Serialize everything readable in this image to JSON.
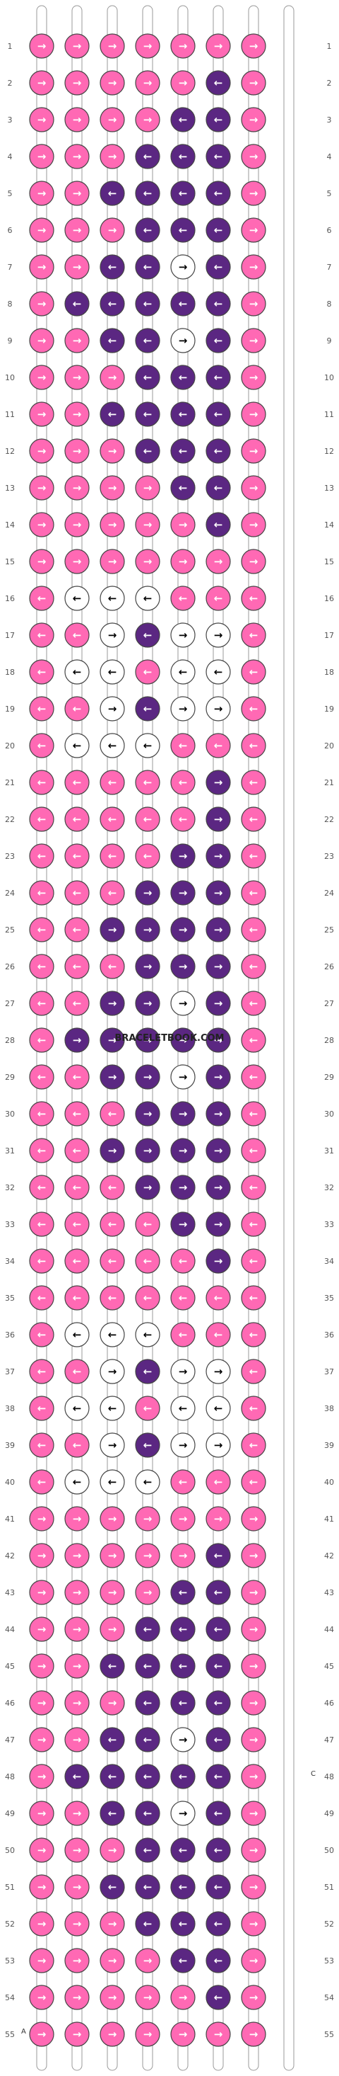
{
  "watermark": "BRACELETBOOK.COM",
  "colors": {
    "A": "#5b2782",
    "B": "#ff69b4",
    "C": "#ffffff"
  },
  "strings": [
    "B",
    "B",
    "B",
    "B",
    "B",
    "B",
    "B"
  ],
  "left_letter": "A",
  "right_letter": "C",
  "row_labels": [
    "1",
    "2",
    "3",
    "4",
    "5",
    "6",
    "7",
    "8",
    "9",
    "10",
    "11",
    "12",
    "13",
    "14",
    "15",
    "16",
    "17",
    "18",
    "19",
    "20",
    "21",
    "22",
    "23",
    "24",
    "25",
    "26",
    "27",
    "28",
    "29",
    "30",
    "31",
    "32",
    "33",
    "34",
    "35",
    "36",
    "37",
    "38",
    "39",
    "40",
    "41",
    "42",
    "43",
    "44",
    "45",
    "46",
    "47",
    "48",
    "49",
    "50",
    "51",
    "52",
    "53",
    "54",
    "55"
  ],
  "knots": [
    {
      "c": "B",
      "d": "R"
    },
    {
      "c": "B",
      "d": "R"
    },
    {
      "c": "B",
      "d": "R"
    },
    {
      "c": "B",
      "d": "R"
    },
    {
      "c": "B",
      "d": "R"
    },
    {
      "c": "B",
      "d": "R"
    },
    {
      "c": "B",
      "d": "R"
    },
    {
      "c": "B",
      "d": "R"
    },
    {
      "c": "B",
      "d": "R"
    },
    {
      "c": "B",
      "d": "R"
    },
    {
      "c": "B",
      "d": "R"
    },
    {
      "c": "B",
      "d": "R"
    },
    {
      "c": "A",
      "d": "L"
    },
    {
      "c": "B",
      "d": "R"
    },
    {
      "c": "B",
      "d": "R"
    },
    {
      "c": "B",
      "d": "R"
    },
    {
      "c": "B",
      "d": "R"
    },
    {
      "c": "B",
      "d": "R"
    },
    {
      "c": "A",
      "d": "L"
    },
    {
      "c": "A",
      "d": "L"
    },
    {
      "c": "B",
      "d": "R"
    },
    {
      "c": "B",
      "d": "R"
    },
    {
      "c": "B",
      "d": "R"
    },
    {
      "c": "B",
      "d": "R"
    },
    {
      "c": "A",
      "d": "L"
    },
    {
      "c": "A",
      "d": "L"
    },
    {
      "c": "A",
      "d": "L"
    },
    {
      "c": "B",
      "d": "R"
    },
    {
      "c": "B",
      "d": "R"
    },
    {
      "c": "B",
      "d": "R"
    },
    {
      "c": "A",
      "d": "L"
    },
    {
      "c": "A",
      "d": "L"
    },
    {
      "c": "A",
      "d": "L"
    },
    {
      "c": "A",
      "d": "L"
    },
    {
      "c": "B",
      "d": "R"
    },
    {
      "c": "B",
      "d": "R"
    },
    {
      "c": "B",
      "d": "R"
    },
    {
      "c": "B",
      "d": "R"
    },
    {
      "c": "A",
      "d": "L"
    },
    {
      "c": "A",
      "d": "L"
    },
    {
      "c": "A",
      "d": "L"
    },
    {
      "c": "B",
      "d": "R"
    },
    {
      "c": "B",
      "d": "R"
    },
    {
      "c": "B",
      "d": "R"
    },
    {
      "c": "A",
      "d": "L"
    },
    {
      "c": "A",
      "d": "L"
    },
    {
      "c": "C",
      "d": "R"
    },
    {
      "c": "A",
      "d": "L"
    },
    {
      "c": "B",
      "d": "R"
    },
    {
      "c": "B",
      "d": "R"
    },
    {
      "c": "A",
      "d": "L"
    },
    {
      "c": "A",
      "d": "L"
    },
    {
      "c": "A",
      "d": "L"
    },
    {
      "c": "A",
      "d": "L"
    },
    {
      "c": "A",
      "d": "L"
    },
    {
      "c": "B",
      "d": "R"
    },
    {
      "c": "B",
      "d": "R"
    },
    {
      "c": "B",
      "d": "R"
    },
    {
      "c": "A",
      "d": "L"
    },
    {
      "c": "A",
      "d": "L"
    },
    {
      "c": "C",
      "d": "R"
    },
    {
      "c": "A",
      "d": "L"
    },
    {
      "c": "B",
      "d": "R"
    },
    {
      "c": "B",
      "d": "R"
    },
    {
      "c": "B",
      "d": "R"
    },
    {
      "c": "B",
      "d": "R"
    },
    {
      "c": "A",
      "d": "L"
    },
    {
      "c": "A",
      "d": "L"
    },
    {
      "c": "A",
      "d": "L"
    },
    {
      "c": "B",
      "d": "R"
    },
    {
      "c": "B",
      "d": "R"
    },
    {
      "c": "B",
      "d": "R"
    },
    {
      "c": "A",
      "d": "L"
    },
    {
      "c": "A",
      "d": "L"
    },
    {
      "c": "A",
      "d": "L"
    },
    {
      "c": "A",
      "d": "L"
    },
    {
      "c": "B",
      "d": "R"
    },
    {
      "c": "B",
      "d": "R"
    },
    {
      "c": "B",
      "d": "R"
    },
    {
      "c": "B",
      "d": "R"
    },
    {
      "c": "A",
      "d": "L"
    },
    {
      "c": "A",
      "d": "L"
    },
    {
      "c": "A",
      "d": "L"
    },
    {
      "c": "B",
      "d": "R"
    },
    {
      "c": "B",
      "d": "R"
    },
    {
      "c": "B",
      "d": "R"
    },
    {
      "c": "B",
      "d": "R"
    },
    {
      "c": "B",
      "d": "R"
    },
    {
      "c": "A",
      "d": "L"
    },
    {
      "c": "A",
      "d": "L"
    },
    {
      "c": "B",
      "d": "R"
    },
    {
      "c": "B",
      "d": "R"
    },
    {
      "c": "B",
      "d": "R"
    },
    {
      "c": "B",
      "d": "R"
    },
    {
      "c": "B",
      "d": "R"
    },
    {
      "c": "B",
      "d": "R"
    },
    {
      "c": "A",
      "d": "L"
    },
    {
      "c": "B",
      "d": "R"
    },
    {
      "c": "B",
      "d": "R"
    },
    {
      "c": "B",
      "d": "R"
    },
    {
      "c": "B",
      "d": "R"
    },
    {
      "c": "B",
      "d": "R"
    },
    {
      "c": "B",
      "d": "R"
    },
    {
      "c": "B",
      "d": "R"
    },
    {
      "c": "B",
      "d": "R"
    },
    {
      "c": "B",
      "d": "L"
    },
    {
      "c": "C",
      "d": "L"
    },
    {
      "c": "C",
      "d": "L"
    },
    {
      "c": "C",
      "d": "L"
    },
    {
      "c": "B",
      "d": "L"
    },
    {
      "c": "B",
      "d": "L"
    },
    {
      "c": "B",
      "d": "L"
    },
    {
      "c": "B",
      "d": "L"
    },
    {
      "c": "B",
      "d": "L"
    },
    {
      "c": "C",
      "d": "R"
    },
    {
      "c": "A",
      "d": "L"
    },
    {
      "c": "C",
      "d": "R"
    },
    {
      "c": "C",
      "d": "R"
    },
    {
      "c": "B",
      "d": "L"
    },
    {
      "c": "B",
      "d": "L"
    },
    {
      "c": "C",
      "d": "L"
    },
    {
      "c": "C",
      "d": "L"
    },
    {
      "c": "B",
      "d": "L"
    },
    {
      "c": "C",
      "d": "L"
    },
    {
      "c": "C",
      "d": "L"
    },
    {
      "c": "B",
      "d": "L"
    },
    {
      "c": "B",
      "d": "L"
    },
    {
      "c": "B",
      "d": "L"
    },
    {
      "c": "C",
      "d": "R"
    },
    {
      "c": "A",
      "d": "L"
    },
    {
      "c": "C",
      "d": "R"
    },
    {
      "c": "C",
      "d": "R"
    },
    {
      "c": "B",
      "d": "L"
    },
    {
      "c": "B",
      "d": "L"
    },
    {
      "c": "C",
      "d": "L"
    },
    {
      "c": "C",
      "d": "L"
    },
    {
      "c": "C",
      "d": "L"
    },
    {
      "c": "B",
      "d": "L"
    },
    {
      "c": "B",
      "d": "L"
    },
    {
      "c": "B",
      "d": "L"
    },
    {
      "c": "B",
      "d": "L"
    },
    {
      "c": "B",
      "d": "L"
    },
    {
      "c": "B",
      "d": "L"
    },
    {
      "c": "B",
      "d": "L"
    },
    {
      "c": "B",
      "d": "L"
    },
    {
      "c": "A",
      "d": "R"
    },
    {
      "c": "B",
      "d": "L"
    },
    {
      "c": "B",
      "d": "L"
    },
    {
      "c": "B",
      "d": "L"
    },
    {
      "c": "B",
      "d": "L"
    },
    {
      "c": "B",
      "d": "L"
    },
    {
      "c": "B",
      "d": "L"
    },
    {
      "c": "A",
      "d": "R"
    },
    {
      "c": "B",
      "d": "L"
    },
    {
      "c": "B",
      "d": "L"
    },
    {
      "c": "B",
      "d": "L"
    },
    {
      "c": "B",
      "d": "L"
    },
    {
      "c": "B",
      "d": "L"
    },
    {
      "c": "A",
      "d": "R"
    },
    {
      "c": "A",
      "d": "R"
    },
    {
      "c": "B",
      "d": "L"
    },
    {
      "c": "B",
      "d": "L"
    },
    {
      "c": "B",
      "d": "L"
    },
    {
      "c": "B",
      "d": "L"
    },
    {
      "c": "A",
      "d": "R"
    },
    {
      "c": "A",
      "d": "R"
    },
    {
      "c": "A",
      "d": "R"
    },
    {
      "c": "B",
      "d": "L"
    },
    {
      "c": "B",
      "d": "L"
    },
    {
      "c": "B",
      "d": "L"
    },
    {
      "c": "A",
      "d": "R"
    },
    {
      "c": "A",
      "d": "R"
    },
    {
      "c": "A",
      "d": "R"
    },
    {
      "c": "A",
      "d": "R"
    },
    {
      "c": "B",
      "d": "L"
    },
    {
      "c": "B",
      "d": "L"
    },
    {
      "c": "B",
      "d": "L"
    },
    {
      "c": "B",
      "d": "L"
    },
    {
      "c": "A",
      "d": "R"
    },
    {
      "c": "A",
      "d": "R"
    },
    {
      "c": "A",
      "d": "R"
    },
    {
      "c": "B",
      "d": "L"
    },
    {
      "c": "B",
      "d": "L"
    },
    {
      "c": "B",
      "d": "L"
    },
    {
      "c": "A",
      "d": "R"
    },
    {
      "c": "A",
      "d": "R"
    },
    {
      "c": "C",
      "d": "R"
    },
    {
      "c": "A",
      "d": "R"
    },
    {
      "c": "B",
      "d": "L"
    },
    {
      "c": "B",
      "d": "L"
    },
    {
      "c": "A",
      "d": "R"
    },
    {
      "c": "A",
      "d": "R"
    },
    {
      "c": "A",
      "d": "R"
    },
    {
      "c": "A",
      "d": "R"
    },
    {
      "c": "A",
      "d": "R"
    },
    {
      "c": "B",
      "d": "L"
    },
    {
      "c": "B",
      "d": "L"
    },
    {
      "c": "B",
      "d": "L"
    },
    {
      "c": "A",
      "d": "R"
    },
    {
      "c": "A",
      "d": "R"
    },
    {
      "c": "C",
      "d": "R"
    },
    {
      "c": "A",
      "d": "R"
    },
    {
      "c": "B",
      "d": "L"
    },
    {
      "c": "B",
      "d": "L"
    },
    {
      "c": "B",
      "d": "L"
    },
    {
      "c": "B",
      "d": "L"
    },
    {
      "c": "A",
      "d": "R"
    },
    {
      "c": "A",
      "d": "R"
    },
    {
      "c": "A",
      "d": "R"
    },
    {
      "c": "B",
      "d": "L"
    },
    {
      "c": "B",
      "d": "L"
    },
    {
      "c": "B",
      "d": "L"
    },
    {
      "c": "A",
      "d": "R"
    },
    {
      "c": "A",
      "d": "R"
    },
    {
      "c": "A",
      "d": "R"
    },
    {
      "c": "A",
      "d": "R"
    },
    {
      "c": "B",
      "d": "L"
    },
    {
      "c": "B",
      "d": "L"
    },
    {
      "c": "B",
      "d": "L"
    },
    {
      "c": "B",
      "d": "L"
    },
    {
      "c": "A",
      "d": "R"
    },
    {
      "c": "A",
      "d": "R"
    },
    {
      "c": "A",
      "d": "R"
    },
    {
      "c": "B",
      "d": "L"
    },
    {
      "c": "B",
      "d": "L"
    },
    {
      "c": "B",
      "d": "L"
    },
    {
      "c": "B",
      "d": "L"
    },
    {
      "c": "B",
      "d": "L"
    },
    {
      "c": "A",
      "d": "R"
    },
    {
      "c": "A",
      "d": "R"
    },
    {
      "c": "B",
      "d": "L"
    },
    {
      "c": "B",
      "d": "L"
    },
    {
      "c": "B",
      "d": "L"
    },
    {
      "c": "B",
      "d": "L"
    },
    {
      "c": "B",
      "d": "L"
    },
    {
      "c": "B",
      "d": "L"
    },
    {
      "c": "A",
      "d": "R"
    },
    {
      "c": "B",
      "d": "L"
    },
    {
      "c": "B",
      "d": "L"
    },
    {
      "c": "B",
      "d": "L"
    },
    {
      "c": "B",
      "d": "L"
    },
    {
      "c": "B",
      "d": "L"
    },
    {
      "c": "B",
      "d": "L"
    },
    {
      "c": "B",
      "d": "L"
    },
    {
      "c": "B",
      "d": "L"
    },
    {
      "c": "B",
      "d": "L"
    },
    {
      "c": "C",
      "d": "L"
    },
    {
      "c": "C",
      "d": "L"
    },
    {
      "c": "C",
      "d": "L"
    },
    {
      "c": "B",
      "d": "L"
    },
    {
      "c": "B",
      "d": "L"
    },
    {
      "c": "B",
      "d": "L"
    },
    {
      "c": "B",
      "d": "L"
    },
    {
      "c": "B",
      "d": "L"
    },
    {
      "c": "C",
      "d": "R"
    },
    {
      "c": "A",
      "d": "L"
    },
    {
      "c": "C",
      "d": "R"
    },
    {
      "c": "C",
      "d": "R"
    },
    {
      "c": "B",
      "d": "L"
    },
    {
      "c": "B",
      "d": "L"
    },
    {
      "c": "C",
      "d": "L"
    },
    {
      "c": "C",
      "d": "L"
    },
    {
      "c": "B",
      "d": "L"
    },
    {
      "c": "C",
      "d": "L"
    },
    {
      "c": "C",
      "d": "L"
    },
    {
      "c": "B",
      "d": "L"
    },
    {
      "c": "B",
      "d": "L"
    },
    {
      "c": "B",
      "d": "L"
    },
    {
      "c": "C",
      "d": "R"
    },
    {
      "c": "A",
      "d": "L"
    },
    {
      "c": "C",
      "d": "R"
    },
    {
      "c": "C",
      "d": "R"
    },
    {
      "c": "B",
      "d": "L"
    },
    {
      "c": "B",
      "d": "L"
    },
    {
      "c": "C",
      "d": "L"
    },
    {
      "c": "C",
      "d": "L"
    },
    {
      "c": "C",
      "d": "L"
    },
    {
      "c": "B",
      "d": "L"
    },
    {
      "c": "B",
      "d": "L"
    },
    {
      "c": "B",
      "d": "L"
    },
    {
      "c": "B",
      "d": "R"
    },
    {
      "c": "B",
      "d": "R"
    },
    {
      "c": "B",
      "d": "R"
    },
    {
      "c": "B",
      "d": "R"
    },
    {
      "c": "B",
      "d": "R"
    },
    {
      "c": "B",
      "d": "R"
    },
    {
      "c": "B",
      "d": "R"
    },
    {
      "c": "B",
      "d": "R"
    },
    {
      "c": "B",
      "d": "R"
    },
    {
      "c": "B",
      "d": "R"
    },
    {
      "c": "B",
      "d": "R"
    },
    {
      "c": "B",
      "d": "R"
    },
    {
      "c": "A",
      "d": "L"
    },
    {
      "c": "B",
      "d": "R"
    },
    {
      "c": "B",
      "d": "R"
    },
    {
      "c": "B",
      "d": "R"
    },
    {
      "c": "B",
      "d": "R"
    },
    {
      "c": "B",
      "d": "R"
    },
    {
      "c": "A",
      "d": "L"
    },
    {
      "c": "A",
      "d": "L"
    },
    {
      "c": "B",
      "d": "R"
    },
    {
      "c": "B",
      "d": "R"
    },
    {
      "c": "B",
      "d": "R"
    },
    {
      "c": "B",
      "d": "R"
    },
    {
      "c": "A",
      "d": "L"
    },
    {
      "c": "A",
      "d": "L"
    },
    {
      "c": "A",
      "d": "L"
    },
    {
      "c": "B",
      "d": "R"
    },
    {
      "c": "B",
      "d": "R"
    },
    {
      "c": "B",
      "d": "R"
    },
    {
      "c": "A",
      "d": "L"
    },
    {
      "c": "A",
      "d": "L"
    },
    {
      "c": "A",
      "d": "L"
    },
    {
      "c": "A",
      "d": "L"
    },
    {
      "c": "B",
      "d": "R"
    },
    {
      "c": "B",
      "d": "R"
    },
    {
      "c": "B",
      "d": "R"
    },
    {
      "c": "B",
      "d": "R"
    },
    {
      "c": "A",
      "d": "L"
    },
    {
      "c": "A",
      "d": "L"
    },
    {
      "c": "A",
      "d": "L"
    },
    {
      "c": "B",
      "d": "R"
    },
    {
      "c": "B",
      "d": "R"
    },
    {
      "c": "B",
      "d": "R"
    },
    {
      "c": "A",
      "d": "L"
    },
    {
      "c": "A",
      "d": "L"
    },
    {
      "c": "C",
      "d": "R"
    },
    {
      "c": "A",
      "d": "L"
    },
    {
      "c": "B",
      "d": "R"
    },
    {
      "c": "B",
      "d": "R"
    },
    {
      "c": "A",
      "d": "L"
    },
    {
      "c": "A",
      "d": "L"
    },
    {
      "c": "A",
      "d": "L"
    },
    {
      "c": "A",
      "d": "L"
    },
    {
      "c": "A",
      "d": "L"
    },
    {
      "c": "B",
      "d": "R"
    },
    {
      "c": "B",
      "d": "R"
    },
    {
      "c": "B",
      "d": "R"
    },
    {
      "c": "A",
      "d": "L"
    },
    {
      "c": "A",
      "d": "L"
    },
    {
      "c": "C",
      "d": "R"
    },
    {
      "c": "A",
      "d": "L"
    },
    {
      "c": "B",
      "d": "R"
    },
    {
      "c": "B",
      "d": "R"
    },
    {
      "c": "B",
      "d": "R"
    },
    {
      "c": "B",
      "d": "R"
    },
    {
      "c": "A",
      "d": "L"
    },
    {
      "c": "A",
      "d": "L"
    },
    {
      "c": "A",
      "d": "L"
    },
    {
      "c": "B",
      "d": "R"
    },
    {
      "c": "B",
      "d": "R"
    },
    {
      "c": "B",
      "d": "R"
    },
    {
      "c": "A",
      "d": "L"
    },
    {
      "c": "A",
      "d": "L"
    },
    {
      "c": "A",
      "d": "L"
    },
    {
      "c": "A",
      "d": "L"
    },
    {
      "c": "B",
      "d": "R"
    },
    {
      "c": "B",
      "d": "R"
    },
    {
      "c": "B",
      "d": "R"
    },
    {
      "c": "B",
      "d": "R"
    },
    {
      "c": "A",
      "d": "L"
    },
    {
      "c": "A",
      "d": "L"
    },
    {
      "c": "A",
      "d": "L"
    },
    {
      "c": "B",
      "d": "R"
    },
    {
      "c": "B",
      "d": "R"
    },
    {
      "c": "B",
      "d": "R"
    },
    {
      "c": "B",
      "d": "R"
    },
    {
      "c": "B",
      "d": "R"
    },
    {
      "c": "A",
      "d": "L"
    },
    {
      "c": "A",
      "d": "L"
    },
    {
      "c": "B",
      "d": "R"
    },
    {
      "c": "B",
      "d": "R"
    },
    {
      "c": "B",
      "d": "R"
    },
    {
      "c": "B",
      "d": "R"
    },
    {
      "c": "B",
      "d": "R"
    },
    {
      "c": "B",
      "d": "R"
    },
    {
      "c": "A",
      "d": "L"
    },
    {
      "c": "B",
      "d": "R"
    },
    {
      "c": "B",
      "d": "R"
    },
    {
      "c": "B",
      "d": "R"
    },
    {
      "c": "B",
      "d": "R"
    },
    {
      "c": "B",
      "d": "R"
    },
    {
      "c": "B",
      "d": "R"
    },
    {
      "c": "B",
      "d": "R"
    },
    {
      "c": "B",
      "d": "R"
    }
  ]
}
